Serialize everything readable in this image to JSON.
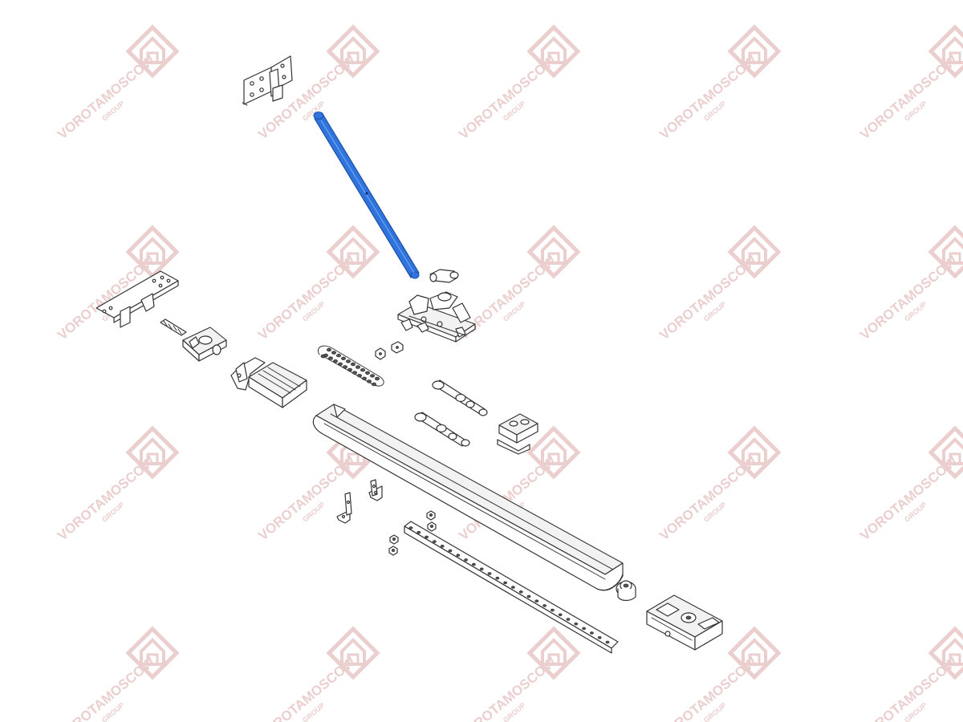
{
  "watermark": {
    "brand": "VOROTAMOSCOW",
    "sub": "GROUP",
    "color": "#e8c7c7"
  },
  "colors": {
    "highlight": "#2f74dd",
    "highlight_dark": "#1c4fa8",
    "line": "#333333"
  },
  "parts": [
    {
      "name": "door-bracket",
      "icon": "bracket-icon"
    },
    {
      "name": "door-arm",
      "icon": "arm-icon",
      "highlighted": true
    },
    {
      "name": "arm-connector",
      "icon": "connector-icon"
    },
    {
      "name": "trolley-carriage",
      "icon": "carriage-icon"
    },
    {
      "name": "header-bracket",
      "icon": "bracket-icon"
    },
    {
      "name": "front-idler-assembly",
      "icon": "idler-icon"
    },
    {
      "name": "belt-guide-end",
      "icon": "guide-icon"
    },
    {
      "name": "drive-chain",
      "icon": "chain-icon"
    },
    {
      "name": "chain-links",
      "icon": "link-icon"
    },
    {
      "name": "tension-rod-upper",
      "icon": "rod-icon"
    },
    {
      "name": "tension-rod-lower",
      "icon": "rod-icon"
    },
    {
      "name": "rail-clip",
      "icon": "clip-icon"
    },
    {
      "name": "guide-rail",
      "icon": "rail-icon"
    },
    {
      "name": "mounting-angles",
      "icon": "angle-icon"
    },
    {
      "name": "fastener-nuts",
      "icon": "nut-icon"
    },
    {
      "name": "toothed-rack",
      "icon": "rack-icon"
    },
    {
      "name": "rail-end-cap",
      "icon": "cap-icon"
    },
    {
      "name": "motor-head",
      "icon": "motor-icon"
    }
  ]
}
